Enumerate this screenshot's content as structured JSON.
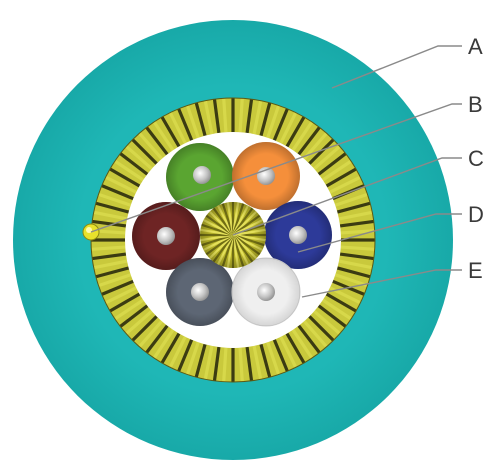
{
  "labels": [
    {
      "id": "A",
      "text": "A"
    },
    {
      "id": "B",
      "text": "B"
    },
    {
      "id": "C",
      "text": "C"
    },
    {
      "id": "D",
      "text": "D"
    },
    {
      "id": "E",
      "text": "E"
    }
  ],
  "colors": {
    "outer_jacket": "#1fb7b6",
    "outer_jacket_edge": "#169d9c",
    "yarn_dark": "#3b3b12",
    "yarn_light": "#d7d84a",
    "inner_space": "#ffffff",
    "central_member": "#b9b52a",
    "ripcord": "#e8e22c",
    "leader_line": "#8a8a8a",
    "fiber_core": "#c9c9c9",
    "fibers": {
      "green": "#5aa531",
      "orange": "#f58f3b",
      "brown": "#6e2424",
      "blue": "#2d3a99",
      "slate": "#5d6674",
      "white": "#eeeeee"
    }
  }
}
